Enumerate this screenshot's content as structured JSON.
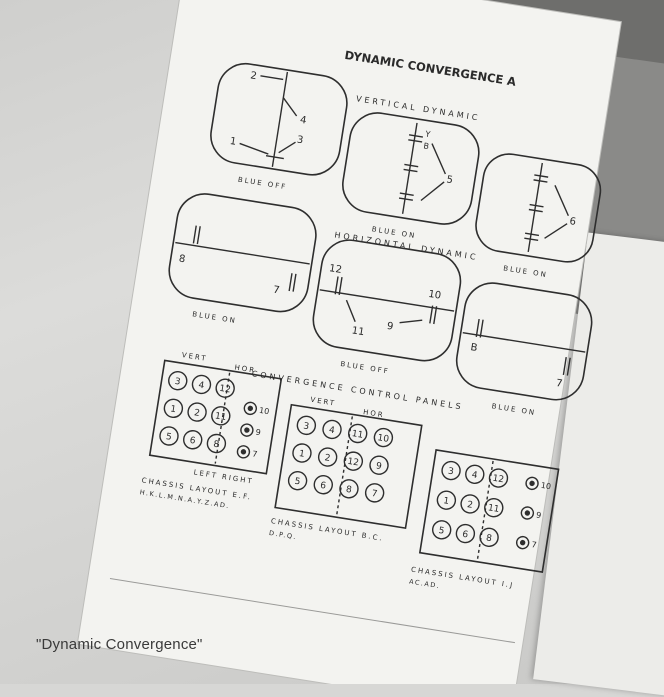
{
  "title": "DYNAMIC CONVERGENCE A",
  "vertical_dynamic_label": "VERTICAL DYNAMIC",
  "horizontal_dynamic_label": "HORIZONTAL DYNAMIC",
  "panels_title": "CONVERGENCE CONTROL PANELS",
  "screens": {
    "v1": {
      "status": "BLUE OFF",
      "marks": [
        "2",
        "4",
        "3",
        "1"
      ]
    },
    "v2": {
      "status": "BLUE ON",
      "marks": [
        "5"
      ],
      "dot_y": "Y",
      "dot_b": "B"
    },
    "v3": {
      "status": "BLUE ON",
      "marks": [
        "6"
      ]
    },
    "h1": {
      "status": "BLUE ON",
      "marks": [
        "8",
        "7"
      ]
    },
    "h2": {
      "status": "BLUE OFF",
      "marks": [
        "12",
        "11",
        "9",
        "10"
      ]
    },
    "h3": {
      "status": "BLUE ON",
      "marks": [
        "B",
        "7"
      ]
    }
  },
  "panels": {
    "p1": {
      "vert": "VERT",
      "hor": "HOR",
      "left_right": "LEFT RIGHT",
      "layout": "CHASSIS LAYOUT E.F.",
      "models": "H.K.L.M.N.A.Y.Z.AD.",
      "knobs": [
        "3",
        "4",
        "12",
        "1",
        "2",
        "11",
        "5",
        "6",
        "8"
      ],
      "dots": [
        "10",
        "9",
        "7"
      ]
    },
    "p2": {
      "vert": "VERT",
      "hor": "HOR",
      "layout": "CHASSIS LAYOUT B.C.",
      "models": "D.P.Q.",
      "knobs": [
        "3",
        "4",
        "11",
        "10",
        "1",
        "2",
        "12",
        "9",
        "5",
        "6",
        "8",
        "7"
      ]
    },
    "p3": {
      "layout": "CHASSIS LAYOUT I.J",
      "models": "AC.AD.",
      "knobs": [
        "3",
        "4",
        "12",
        "1",
        "2",
        "11",
        "5",
        "6",
        "8"
      ],
      "dots": [
        "10",
        "9",
        "7"
      ]
    }
  },
  "caption": "\"Dynamic Convergence\""
}
